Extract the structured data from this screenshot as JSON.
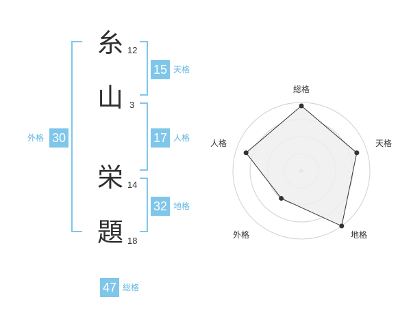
{
  "colors": {
    "accent": "#7fc6ea",
    "badge_bg": "#7fc6ea",
    "label_text": "#5fb6e0",
    "radar_fill": "#efefef",
    "radar_grid": "#d0d0d0",
    "radar_line": "#333333"
  },
  "name": {
    "chars": [
      {
        "char": "糸",
        "strokes": "12"
      },
      {
        "char": "山",
        "strokes": "3"
      },
      {
        "char": "栄",
        "strokes": "14"
      },
      {
        "char": "題",
        "strokes": "18"
      }
    ]
  },
  "kakusu": {
    "tenkaku": {
      "value": "15",
      "label": "天格"
    },
    "jinkaku": {
      "value": "17",
      "label": "人格"
    },
    "chikaku": {
      "value": "32",
      "label": "地格"
    },
    "gaikaku": {
      "value": "30",
      "label": "外格"
    },
    "soukaku": {
      "value": "47",
      "label": "総格"
    }
  },
  "chart_data": {
    "type": "radar",
    "axes": [
      "総格",
      "天格",
      "地格",
      "外格",
      "人格"
    ],
    "values": [
      0.95,
      0.85,
      1.0,
      0.5,
      0.85
    ],
    "rings": 4,
    "max": 1
  }
}
